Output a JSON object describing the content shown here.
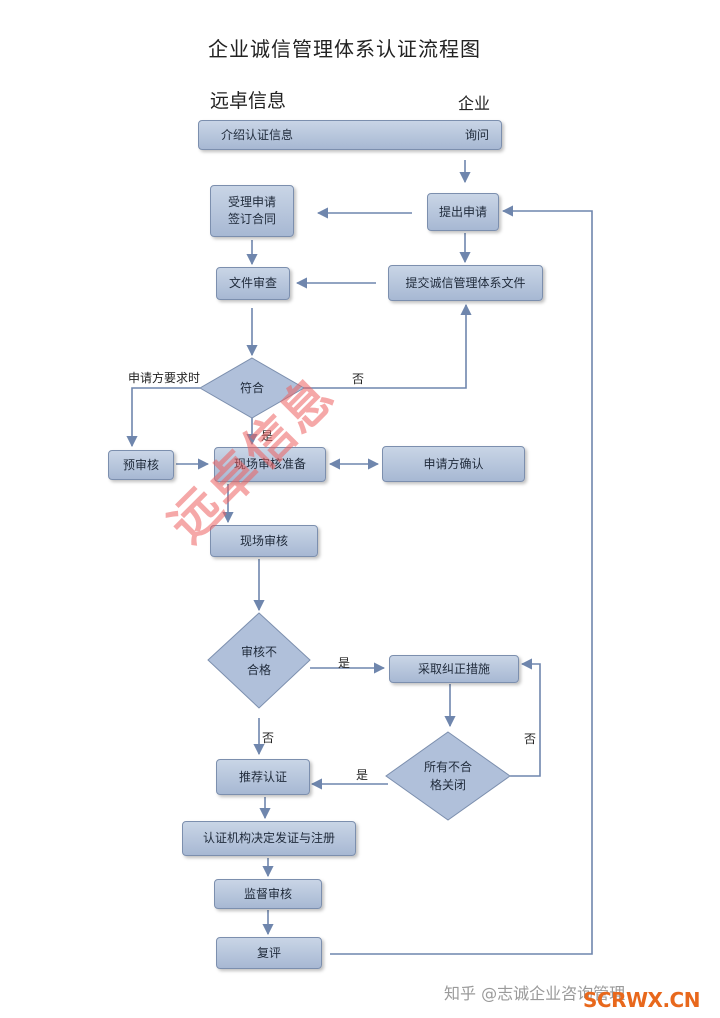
{
  "title": "企业诚信管理体系认证流程图",
  "left_header": "远卓信息",
  "right_header": "企业",
  "nodes": {
    "intro": "介绍认证信息",
    "inquiry": "询问",
    "accept_1": "受理申请",
    "accept_2": "签订合同",
    "apply": "提出申请",
    "doc_review": "文件审查",
    "submit_docs": "提交诚信管理体系文件",
    "conform": "符合",
    "pre_review": "预审核",
    "onsite_prep": "现场审核准备",
    "applicant_confirm": "申请方确认",
    "onsite_audit": "现场审核",
    "fail_1": "审核不",
    "fail_2": "合格",
    "corrective": "采取纠正措施",
    "closed_1": "所有不合",
    "closed_2": "格关闭",
    "recommend": "推荐认证",
    "issue": "认证机构决定发证与注册",
    "supervise": "监督审核",
    "recert": "复评"
  },
  "labels": {
    "applicant_request": "申请方要求时",
    "no": "否",
    "yes": "是"
  },
  "watermark": "远卓信息",
  "footer": {
    "zhihu": "知乎 @志诚企业咨询管理",
    "logo": "SCRWX.CN"
  },
  "colors": {
    "box_fill": "#b3c3dc",
    "box_border": "#7c8fae",
    "arrow": "#6f86ad",
    "watermark": "#ec6060",
    "logo": "#e8681c"
  }
}
